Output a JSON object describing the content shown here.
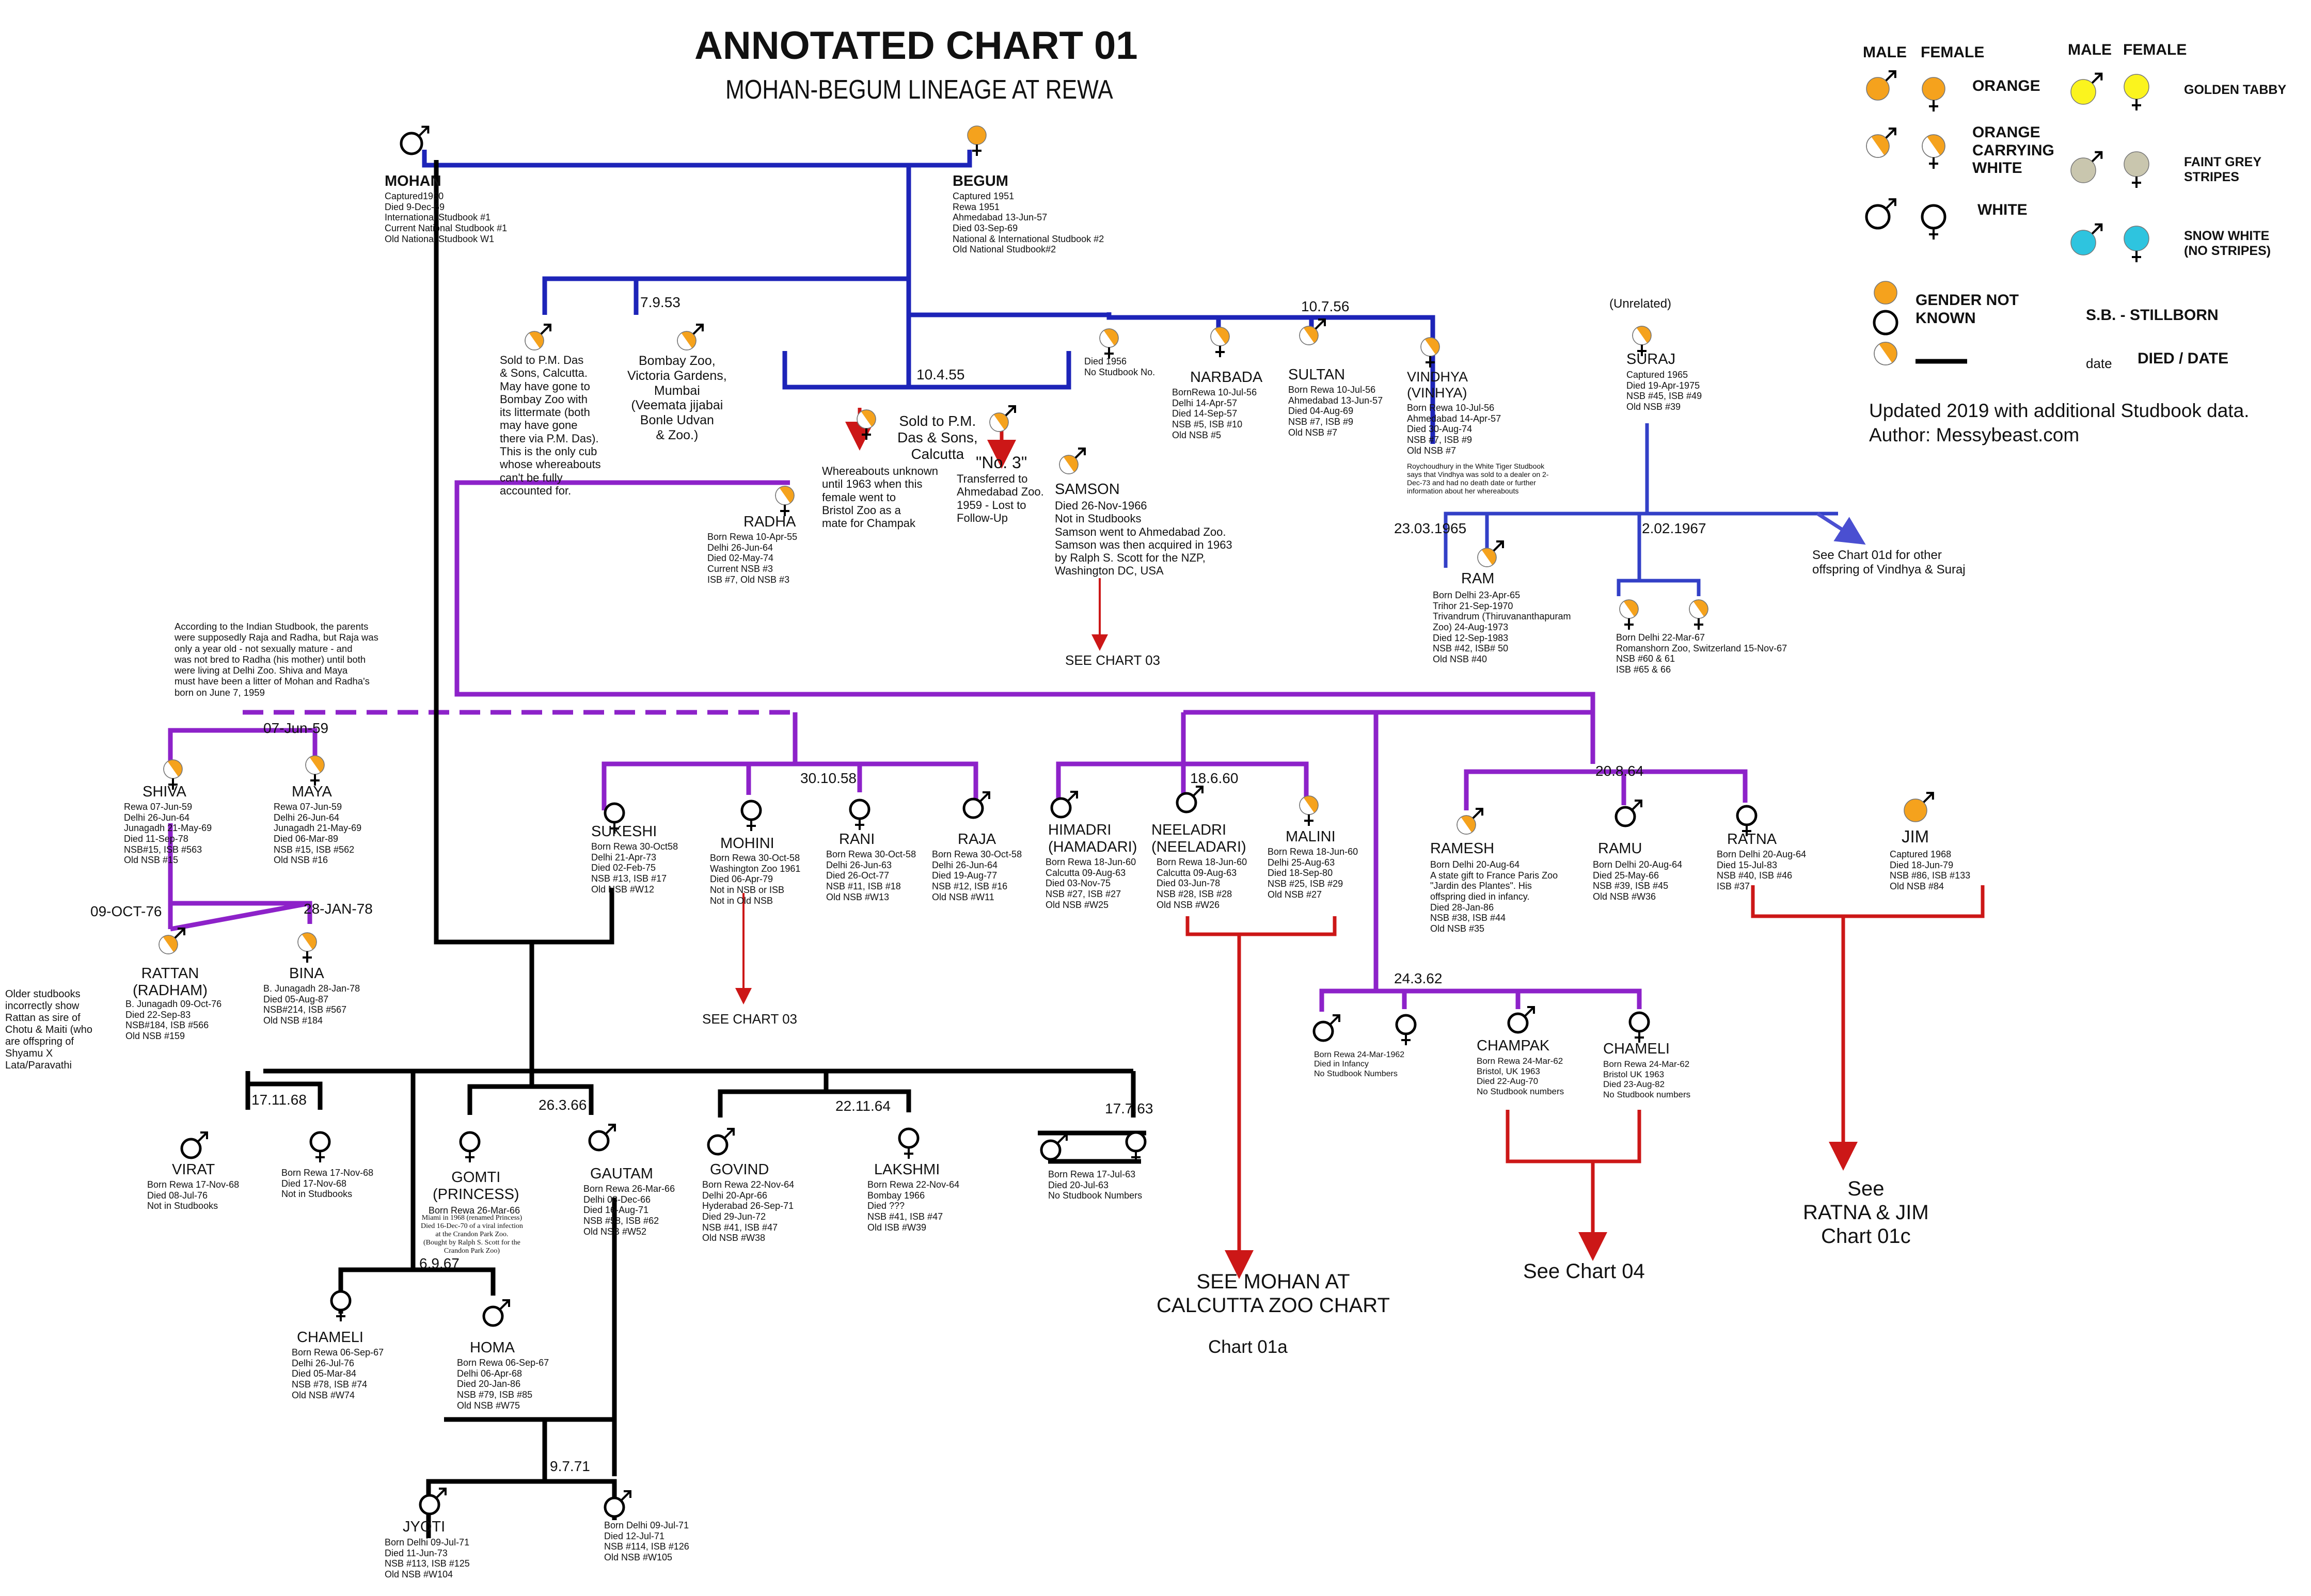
{
  "title": "ANNOTATED CHART 01",
  "subtitle": "MOHAN-BEGUM LINEAGE AT REWA",
  "colors": {
    "orange": "#f5a21d",
    "golden_tabby": "#fbf41e",
    "grey": "#c9c6ae",
    "snow": "#2ec4df",
    "blue_line": "#1d24b8",
    "purple_line": "#8d22c9",
    "black_line": "#000000",
    "red_line": "#cc1717",
    "legend_blue": "#4a4fd1"
  },
  "legend": {
    "header_male": "MALE",
    "header_female": "FEMALE",
    "orange": "ORANGE",
    "orange_carrying_white": "ORANGE\nCARRYING\nWHITE",
    "white": "WHITE",
    "gender_not_known": "GENDER NOT\nKNOWN",
    "golden_tabby": "GOLDEN TABBY",
    "faint_grey": "FAINT GREY\nSTRIPES",
    "snow_white": "SNOW WHITE\n(NO STRIPES)",
    "stillborn": "S.B.  - STILLBORN",
    "date_word": "date",
    "died_date": "DIED / DATE"
  },
  "credits": {
    "updated": "Updated 2019 with additional Studbook data.",
    "author": "Author: Messybeast.com"
  },
  "tigers": {
    "mohan": {
      "name": "MOHAN",
      "details": "Captured1950\nDied 9-Dec-69\nInternational Studbook #1\nCurrent National Studbook #1\nOld National Studbook W1"
    },
    "begum": {
      "name": "BEGUM",
      "details": "Captured 1951\nRewa 1951\nAhmedabad 13-Jun-57\nDied 03-Sep-69\nNational & International Studbook #2\nOld National Studbook#2"
    },
    "cub_sold": {
      "details": "Sold to P.M. Das\n& Sons, Calcutta.\nMay have gone to\nBombay Zoo with\nits littermate (both\nmay have gone\nthere via P.M. Das).\nThis is the only cub\nwhose whereabouts\ncan't be fully\naccounted for."
    },
    "cub_bombay": {
      "details": "Bombay Zoo,\nVictoria Gardens,\nMumbai\n(Veemata jijabai\nBonle Udvan\n& Zoo.)"
    },
    "radha": {
      "name": "RADHA",
      "details": "Born Rewa 10-Apr-55\nDelhi 26-Jun-64\nDied 02-May-74\nCurrent NSB #3\nISB #7, Old NSB #3"
    },
    "cub_bristol": {
      "details": "Whereabouts unknown\nuntil 1963 when this\nfemale went to\nBristol Zoo as a\nmate for Champak"
    },
    "sold_pm_das": "Sold to P.M.\nDas & Sons,\nCalcutta",
    "no3": {
      "name": "\"No. 3\"",
      "details": "Transferred to\nAhmedabad Zoo.\n1959 - Lost to\nFollow-Up"
    },
    "samson": {
      "name": "SAMSON",
      "details": "Died 26-Nov-1966\nNot in Studbooks\nSamson went to Ahmedabad Zoo.\nSamson was then acquired in 1963\nby Ralph S. Scott for the NZP,\nWashington DC, USA"
    },
    "died1956": {
      "details": "Died 1956\nNo Studbook No."
    },
    "narbada": {
      "name": "NARBADA",
      "details": "BornRewa 10-Jul-56\nDelhi 14-Apr-57\nDied 14-Sep-57\nNSB #5, ISB #10\nOld NSB #5"
    },
    "sultan": {
      "name": "SULTAN",
      "details": "Born Rewa 10-Jul-56\nAhmedabad 13-Jun-57\nDied 04-Aug-69\nNSB #7, ISB #9\nOld NSB #7"
    },
    "vindhya": {
      "name": "VINDHYA\n(VINHYA)",
      "details": "Born Rewa 10-Jul-56\nAhmedabad 14-Apr-57\nDied 30-Aug-74\nNSB #7, ISB #9\nOld NSB #7",
      "note": "Roychoudhury in the White Tiger Studbook\nsays that Vindhya was sold to a dealer on 2-\nDec-73 and had no death date or further\ninformation about her whereabouts"
    },
    "unrelated": "(Unrelated)",
    "suraj": {
      "name": "SURAJ",
      "details": "Captured 1965\nDied 19-Apr-1975\nNSB #45, ISB #49\nOld NSB #39"
    },
    "see01d": "See Chart 01d for other\noffspring of Vindhya & Suraj",
    "ram": {
      "name": "RAM",
      "details": "Born Delhi 23-Apr-65\nTrihor 21-Sep-1970\nTrivandrum (Thiruvananthapuram\nZoo) 24-Aug-1973\nDied 12-Sep-1983\nNSB #42, ISB# 50\nOld NSB #40"
    },
    "romanshorn": {
      "details": "Born Delhi 22-Mar-67\nRomanshorn Zoo, Switzerland 15-Nov-67\nNSB #60 & 61\nISB #65 & 66"
    },
    "see03a": "SEE CHART 03",
    "indian_note": "According to the Indian Studbook, the parents\nwere supposedly Raja and Radha, but Raja was\nonly a year old - not sexually mature - and\nwas not bred to Radha (his mother) until both\nwere living at Delhi Zoo.   Shiva and Maya\nmust have been a litter of Mohan and Radha's\nborn on June 7, 1959",
    "shiva": {
      "name": "SHIVA",
      "details": "Rewa 07-Jun-59\nDelhi 26-Jun-64\nJunagadh 21-May-69\nDied 11-Sep-78\nNSB#15, ISB #563\nOld NSB #15"
    },
    "maya": {
      "name": "MAYA",
      "details": "Rewa 07-Jun-59\nDelhi 26-Jun-64\nJunagadh 21-May-69\nDied 06-Mar-89\nNSB #15, ISB #562\nOld NSB #16"
    },
    "rattan": {
      "name": "RATTAN\n(RADHAM)",
      "details": "B. Junagadh 09-Oct-76\nDied 22-Sep-83\nNSB#184, ISB #566\nOld NSB #159"
    },
    "bina": {
      "name": "BINA",
      "details": "B. Junagadh 28-Jan-78\nDied 05-Aug-87\nNSB#214, ISB #567\nOld NSB #184"
    },
    "older_note": "Older studbooks\nincorrectly show\nRattan as sire of\nChotu & Maiti (who\nare offspring of\nShyamu X\nLata/Paravathi",
    "sukeshi": {
      "name": "SUKESHI",
      "details": "Born Rewa 30-Oct58\nDelhi 21-Apr-73\nDied 02-Feb-75\nNSB #13, ISB #17\nOld NSB #W12"
    },
    "mohini": {
      "name": "MOHINI",
      "details": "Born Rewa 30-Oct-58\nWashington Zoo 1961\nDied 06-Apr-79\nNot in NSB or ISB\nNot in Old NSB"
    },
    "rani": {
      "name": "RANI",
      "details": "Born Rewa 30-Oct-58\nDelhi 26-Jun-63\nDied 26-Oct-77\nNSB #11, ISB #18\nOld NSB #W13"
    },
    "raja": {
      "name": "RAJA",
      "details": "Born Rewa 30-Oct-58\nDelhi 26-Jun-64\nDied 19-Aug-77\nNSB #12, ISB #16\nOld NSB #W11"
    },
    "see03b": "SEE CHART 03",
    "himadri": {
      "name": "HIMADRI\n(HAMADARI)",
      "details": "Born Rewa 18-Jun-60\nCalcutta 09-Aug-63\nDied 03-Nov-75\nNSB #27, ISB #27\nOld NSB #W25"
    },
    "neeladri": {
      "name": "NEELADRI\n(NEELADARI)",
      "details": "Born Rewa 18-Jun-60\nCalcutta 09-Aug-63\nDied 03-Jun-78\nNSB #28, ISB #28\nOld NSB #W26"
    },
    "malini": {
      "name": "MALINI",
      "details": "Born Rewa 18-Jun-60\nDelhi 25-Aug-63\nDied 18-Sep-80\nNSB #25, ISB #29\nOld NSB #27"
    },
    "ramesh": {
      "name": "RAMESH",
      "details": "Born Delhi 20-Aug-64\nA state gift to France Paris Zoo\n\"Jardin des Plantes\".  His\noffspring died in infancy.\nDied 28-Jan-86\nNSB #38, ISB #44\nOld NSB #35"
    },
    "ramu": {
      "name": "RAMU",
      "details": "Born Delhi 20-Aug-64\nDied 25-May-66\nNSB #39, ISB #45\nOld NSB #W36"
    },
    "ratna": {
      "name": "RATNA",
      "details": "Born Delhi 20-Aug-64\nDied 15-Jul-83\nNSB #40, ISB #46\nISB #37"
    },
    "jim": {
      "name": "JIM",
      "details": "Captured 1968\nDied 18-Jun-79\nNSB #86, ISB #133\nOld NSB #84"
    },
    "infancy": {
      "details": "Born Rewa 24-Mar-1962\nDied in Infancy\nNo Studbook Numbers"
    },
    "champak": {
      "name": "CHAMPAK",
      "details": "Born Rewa 24-Mar-62\nBristol, UK 1963\nDied 22-Aug-70\nNo Studbook numbers"
    },
    "chameli1": {
      "name": "CHAMELI",
      "details": "Born Rewa 24-Mar-62\nBristol UK 1963\nDied 23-Aug-82\nNo Studbook numbers"
    },
    "virat": {
      "name": "VIRAT",
      "details": "Born Rewa 17-Nov-68\nDied 08-Jul-76\nNot in Studbooks"
    },
    "f1968": {
      "details": "Born Rewa 17-Nov-68\nDied 17-Nov-68\nNot in Studbooks"
    },
    "gomti": {
      "name": "GOMTI\n(PRINCESS)",
      "details": "Born Rewa 26-Mar-66",
      "details2": "Miami in 1968 (renamed Princess)\nDied 16-Dec-70 of  a viral infection\nat the Crandon Park Zoo.\n(Bought by Ralph   S. Scott for the\nCrandon Park Zoo)"
    },
    "gautam": {
      "name": "GAUTAM",
      "details": "Born Rewa 26-Mar-66\nDelhi 08-Dec-66\nDied 16-Aug-71\nNSB #58, ISB #62\nOld NSB #W52"
    },
    "govind": {
      "name": "GOVIND",
      "details": "Born Rewa 22-Nov-64\nDelhi 20-Apr-66\nHyderabad 26-Sep-71\nDied 29-Jun-72\nNSB #41, ISB #47\nOld NSB #W38"
    },
    "lakshmi": {
      "name": "LAKSHMI",
      "details": "Born Rewa 22-Nov-64\nBombay 1966\nDied ???\nNSB #41, ISB #47\nOld ISB #W39"
    },
    "pair63": {
      "details": "Born Rewa 17-Jul-63\nDied 20-Jul-63\nNo Studbook Numbers"
    },
    "chameli2": {
      "name": "CHAMELI",
      "details": "Born Rewa 06-Sep-67\nDelhi 26-Jul-76\nDied 05-Mar-84\nNSB #78, ISB #74\nOld NSB #W74"
    },
    "homa": {
      "name": "HOMA",
      "details": "Born Rewa 06-Sep-67\nDelhi 06-Apr-68\nDied 20-Jan-86\nNSB #79, ISB #85\nOld NSB #W75"
    },
    "jyoti": {
      "name": "JYOTI",
      "details": "Born Delhi 09-Jul-71\nDied 11-Jun-73\nNSB #113, ISB #125\nOld NSB #W104"
    },
    "delhi71": {
      "details": "Born Delhi 09-Jul-71\nDied 12-Jul-71\nNSB #114, ISB #126\nOld NSB #W105"
    }
  },
  "dates": {
    "d1": "7.9.53",
    "d2": "10.4.55",
    "d3": "10.7.56",
    "d4": "23.03.1965",
    "d5": "2.02.1967",
    "d6": "07-Jun-59",
    "d7": "09-OCT-76",
    "d8": "28-JAN-78",
    "d9": "30.10.58",
    "d10": "18.6.60",
    "d11": "20.8.64",
    "d12": "24.3.62",
    "d13": "17.11.68",
    "d14": "26.3.66",
    "d15": "22.11.64",
    "d16": "17.7.63",
    "d17": "6.9.67",
    "d18": "9.7.71"
  },
  "refs": {
    "mohan_calcutta": "SEE MOHAN AT\nCALCUTTA ZOO CHART",
    "chart01a": "Chart 01a",
    "chart04": "See Chart 04",
    "chart01c": "See\nRATNA & JIM\nChart 01c"
  }
}
